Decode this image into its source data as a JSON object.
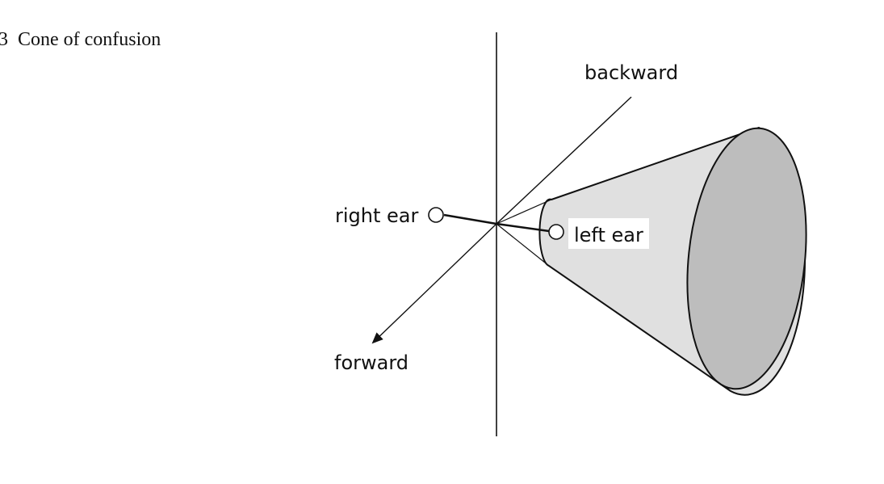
{
  "caption": {
    "number": "3",
    "text": "Cone of confusion"
  },
  "labels": {
    "backward": "backward",
    "right_ear": "right ear",
    "left_ear": "left ear",
    "forward": "forward"
  },
  "colors": {
    "cone_side": "#e0e0e0",
    "cone_base": "#bdbdbd",
    "stroke": "#111111"
  }
}
